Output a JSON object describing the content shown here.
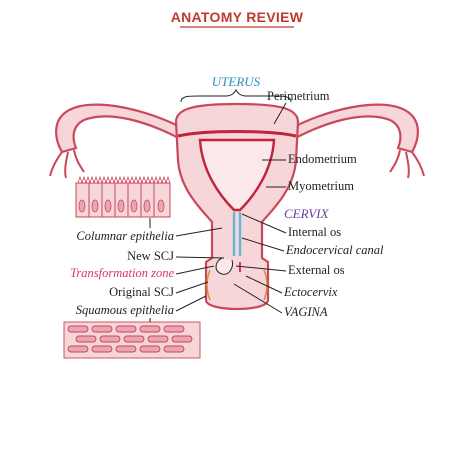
{
  "title": "ANATOMY REVIEW",
  "colors": {
    "title": "#c0392b",
    "organ_outline": "#c9485b",
    "organ_fill": "#f7d6da",
    "uterus_inner": "#f9e2e5",
    "endometrium": "#c0233a",
    "endocervical": "#5fb7d6",
    "uterus_label": "#2a8fc0",
    "cervix_label": "#6a3fa0",
    "transformation_zone": "#d6337a"
  },
  "labels": {
    "uterus": "UTERUS",
    "perimetrium": "Perimetrium",
    "endometrium": "Endometrium",
    "myometrium": "Myometrium",
    "cervix": "CERVIX",
    "internal_os": "Internal os",
    "endocervical_canal": "Endocervical canal",
    "external_os": "External os",
    "ectocervix": "Ectocervix",
    "vagina": "VAGINA",
    "columnar_epithelia": "Columnar epithelia",
    "new_scj": "New SCJ",
    "transformation_zone": "Transformation zone",
    "original_scj": "Original SCJ",
    "squamous_epithelia": "Squamous epithelia"
  }
}
